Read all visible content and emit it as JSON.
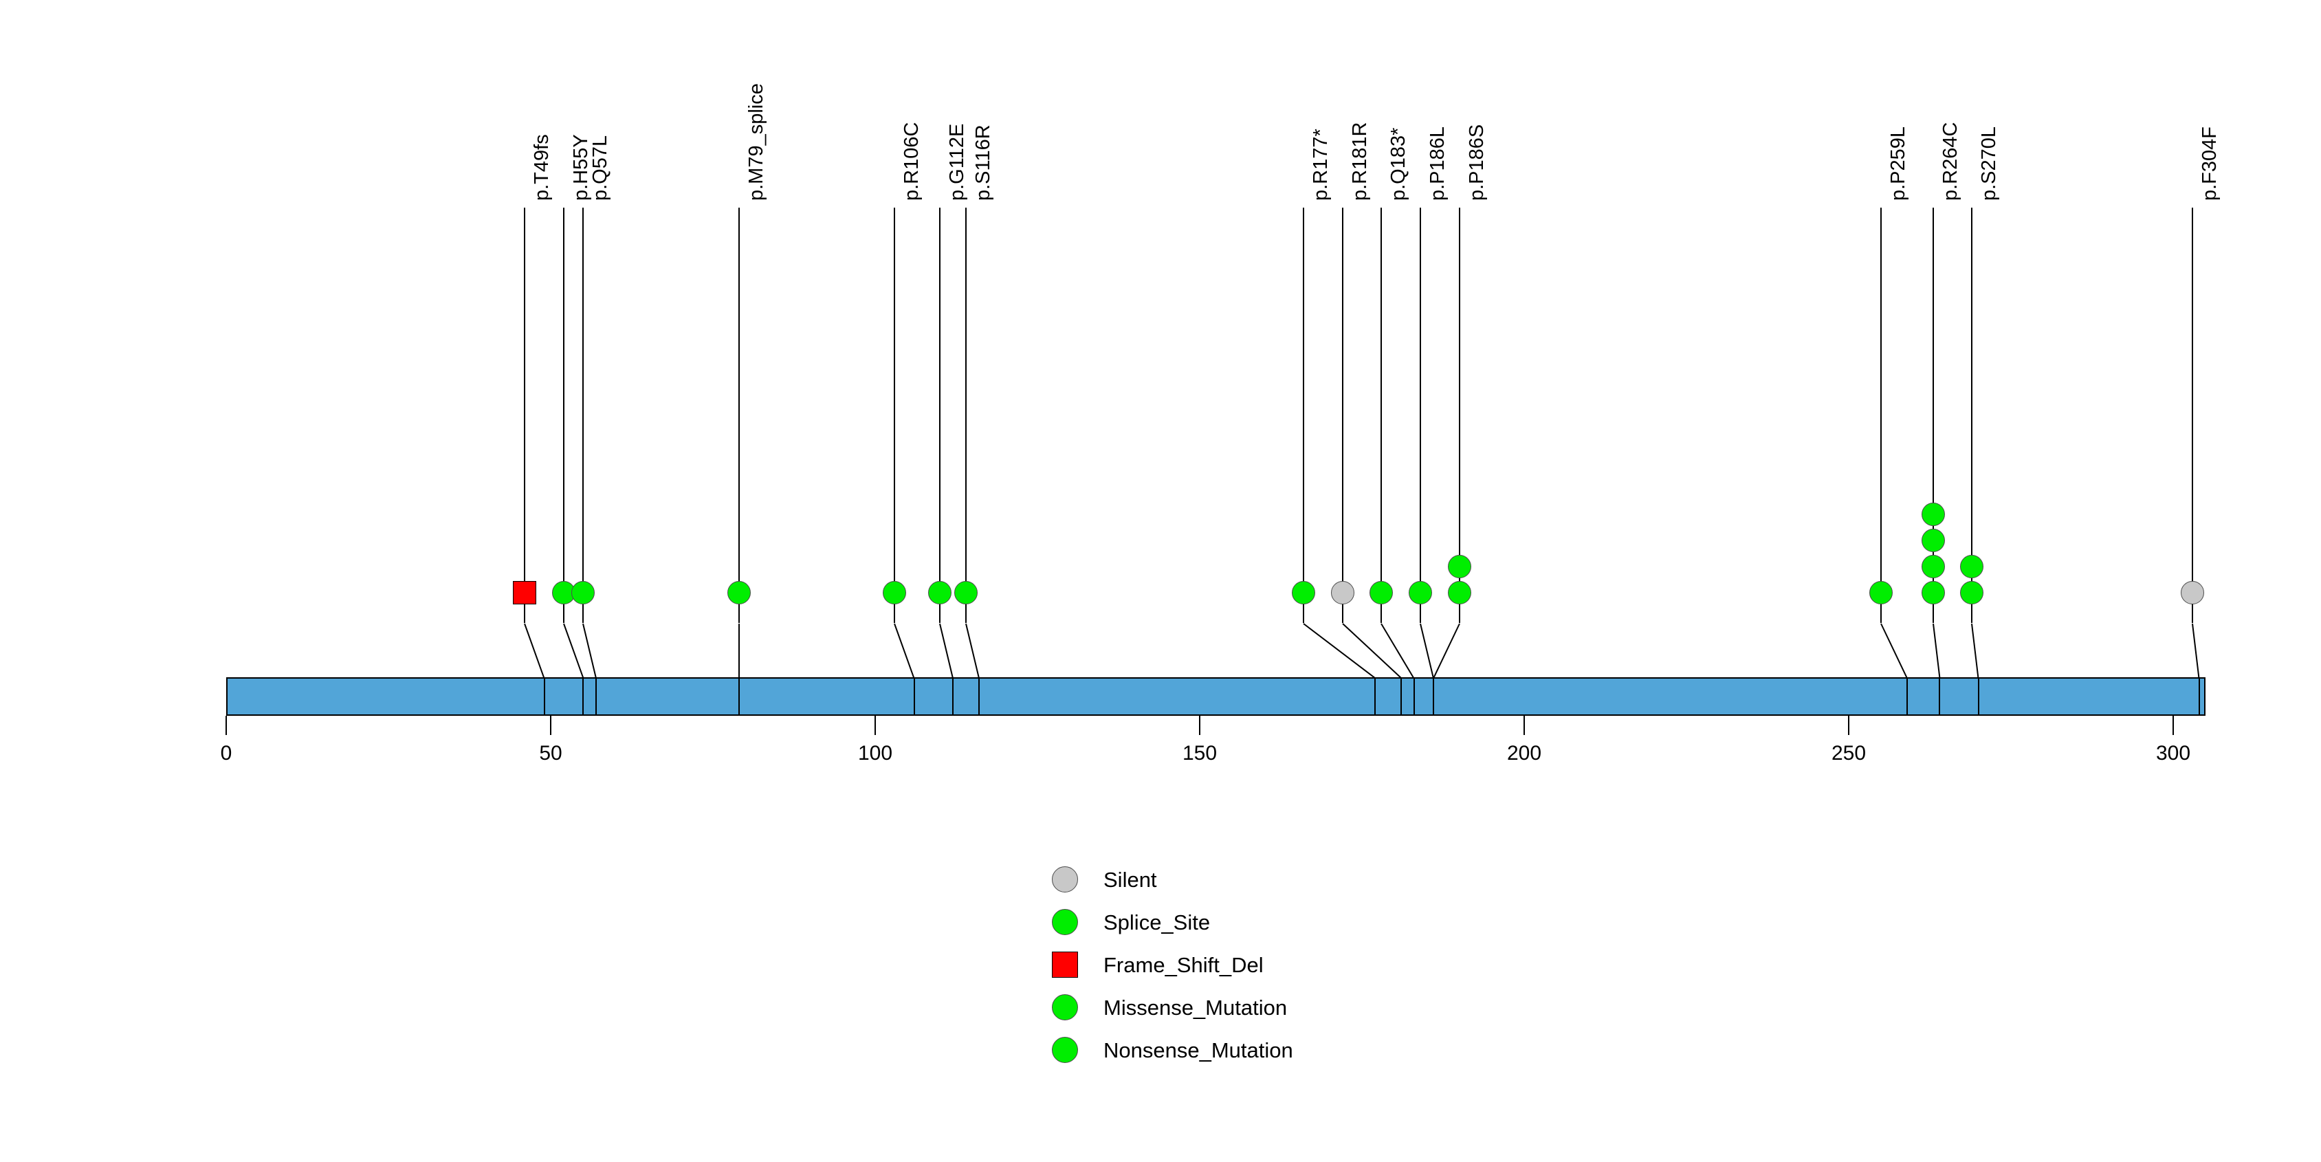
{
  "chart_data": {
    "type": "lollipop",
    "title": "",
    "xlabel": "",
    "ylabel": "",
    "xlim": [
      0,
      305
    ],
    "grid": false,
    "axis_ticks": [
      {
        "value": 0,
        "label": "0"
      },
      {
        "value": 50,
        "label": "50"
      },
      {
        "value": 100,
        "label": "100"
      },
      {
        "value": 150,
        "label": "150"
      },
      {
        "value": 200,
        "label": "200"
      },
      {
        "value": 250,
        "label": "250"
      },
      {
        "value": 300,
        "label": "300"
      }
    ],
    "protein": {
      "start": 0,
      "end": 305,
      "color": "#52a5d8",
      "border_color": "#000000"
    },
    "mutations": [
      {
        "label": "p.T49fs",
        "position": 46,
        "anchor": 49,
        "count": 1,
        "type": "Frame_Shift_Del",
        "shape": "square",
        "color": "#ff0000"
      },
      {
        "label": "p.H55Y",
        "position": 52,
        "anchor": 55,
        "count": 1,
        "type": "Missense_Mutation",
        "shape": "circle",
        "color": "#00ee00"
      },
      {
        "label": "p.Q57L",
        "position": 55,
        "anchor": 57,
        "count": 1,
        "type": "Missense_Mutation",
        "shape": "circle",
        "color": "#00ee00"
      },
      {
        "label": "p.M79_splice",
        "position": 79,
        "anchor": 79,
        "count": 1,
        "type": "Splice_Site",
        "shape": "circle",
        "color": "#00ee00"
      },
      {
        "label": "p.R106C",
        "position": 103,
        "anchor": 106,
        "count": 1,
        "type": "Missense_Mutation",
        "shape": "circle",
        "color": "#00ee00"
      },
      {
        "label": "p.G112E",
        "position": 110,
        "anchor": 112,
        "count": 1,
        "type": "Missense_Mutation",
        "shape": "circle",
        "color": "#00ee00"
      },
      {
        "label": "p.S116R",
        "position": 114,
        "anchor": 116,
        "count": 1,
        "type": "Missense_Mutation",
        "shape": "circle",
        "color": "#00ee00"
      },
      {
        "label": "p.R177*",
        "position": 166,
        "anchor": 177,
        "count": 1,
        "type": "Nonsense_Mutation",
        "shape": "circle",
        "color": "#00ee00"
      },
      {
        "label": "p.R181R",
        "position": 172,
        "anchor": 181,
        "count": 1,
        "type": "Silent",
        "shape": "circle",
        "color": "#c8c8c8"
      },
      {
        "label": "p.Q183*",
        "position": 178,
        "anchor": 183,
        "count": 1,
        "type": "Nonsense_Mutation",
        "shape": "circle",
        "color": "#00ee00"
      },
      {
        "label": "p.P186L",
        "position": 184,
        "anchor": 186,
        "count": 1,
        "type": "Missense_Mutation",
        "shape": "circle",
        "color": "#00ee00"
      },
      {
        "label": "p.P186S",
        "position": 190,
        "anchor": 186,
        "count": 2,
        "type": "Missense_Mutation",
        "shape": "circle",
        "color": "#00ee00"
      },
      {
        "label": "p.P259L",
        "position": 255,
        "anchor": 259,
        "count": 1,
        "type": "Missense_Mutation",
        "shape": "circle",
        "color": "#00ee00"
      },
      {
        "label": "p.R264C",
        "position": 263,
        "anchor": 264,
        "count": 4,
        "type": "Missense_Mutation",
        "shape": "circle",
        "color": "#00ee00"
      },
      {
        "label": "p.S270L",
        "position": 269,
        "anchor": 270,
        "count": 2,
        "type": "Missense_Mutation",
        "shape": "circle",
        "color": "#00ee00"
      },
      {
        "label": "p.F304F",
        "position": 303,
        "anchor": 304,
        "count": 1,
        "type": "Silent",
        "shape": "circle",
        "color": "#c8c8c8"
      }
    ],
    "legend": {
      "position": "bottom-center",
      "entries": [
        {
          "label": "Silent",
          "shape": "circle",
          "color": "#c8c8c8"
        },
        {
          "label": "Splice_Site",
          "shape": "circle",
          "color": "#00ee00"
        },
        {
          "label": "Frame_Shift_Del",
          "shape": "square",
          "color": "#ff0000"
        },
        {
          "label": "Missense_Mutation",
          "shape": "circle",
          "color": "#00ee00"
        },
        {
          "label": "Nonsense_Mutation",
          "shape": "circle",
          "color": "#00ee00"
        }
      ]
    }
  }
}
